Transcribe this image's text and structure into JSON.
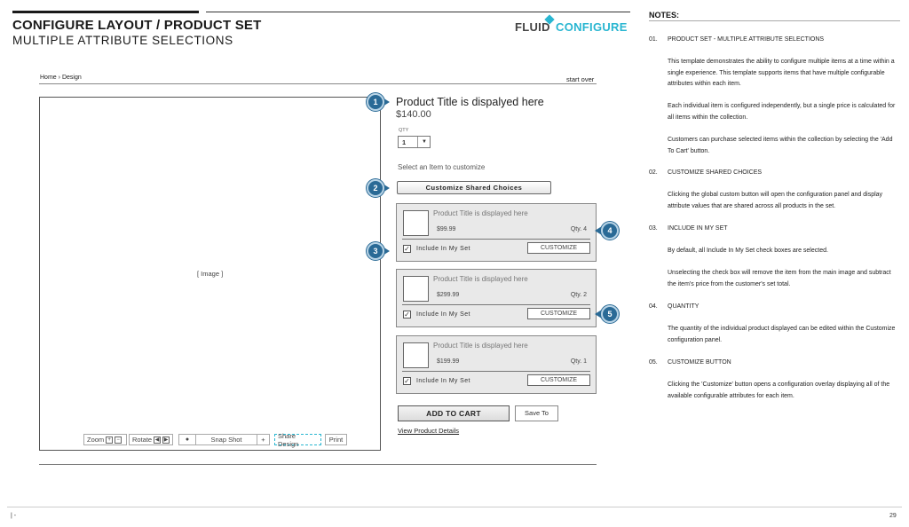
{
  "header": {
    "title": "CONFIGURE LAYOUT / PRODUCT SET",
    "subtitle": "MULTIPLE ATTRIBUTE SELECTIONS",
    "logo_part1": "FLUID",
    "logo_part2": "CONFIGURE"
  },
  "breadcrumb": {
    "home": "Home",
    "sep": "›",
    "current": "Design",
    "start_over": "start over"
  },
  "image_panel": {
    "placeholder": "[ Image ]",
    "toolbar": {
      "zoom": "Zoom",
      "zoom_in": "+",
      "zoom_out": "−",
      "rotate": "Rotate",
      "rotate_left": "◀",
      "rotate_right": "▶",
      "snapshot": "Snap Shot",
      "add": "+",
      "share": "Share Design",
      "print": "Print"
    }
  },
  "product": {
    "title": "Product Title is dispalyed here",
    "price": "$140.00",
    "qty_label": "QTY",
    "qty_value": "1",
    "select_hint": "Select an Item to customize",
    "customize_shared": "Customize Shared Choices"
  },
  "items": [
    {
      "title": "Product Title is displayed here",
      "price": "$99.99",
      "qty": "Qty. 4",
      "include_label": "Include In My Set",
      "checked": true,
      "customize": "CUSTOMIZE"
    },
    {
      "title": "Product Title is displayed here",
      "price": "$299.99",
      "qty": "Qty. 2",
      "include_label": "Include In My Set",
      "checked": true,
      "customize": "CUSTOMIZE"
    },
    {
      "title": "Product Title is displayed here",
      "price": "$199.99",
      "qty": "Qty. 1",
      "include_label": "Include In My Set",
      "checked": true,
      "customize": "CUSTOMIZE"
    }
  ],
  "actions": {
    "add_to_cart": "ADD TO CART",
    "save_to": "Save To",
    "view_details": "View Product Details"
  },
  "markers": [
    "1",
    "2",
    "3",
    "4",
    "5"
  ],
  "notes": {
    "heading": "NOTES:",
    "sections": [
      {
        "num": "01.",
        "title": "PRODUCT SET - MULTIPLE ATTRIBUTE SELECTIONS",
        "paras": [
          "This template demonstrates the ability to configure multiple items at a time within a single experience. This template supports items that have multiple configurable attributes within each item.",
          "Each individual item is configured independently, but a single price is calculated for all items within the collection.",
          "Customers can purchase selected items within the collection by selecting the 'Add To Cart' button."
        ]
      },
      {
        "num": "02.",
        "title": "CUSTOMIZE SHARED CHOICES",
        "paras": [
          "Clicking the global custom button will open the configuration panel and display attribute values that are shared across all products in the set."
        ]
      },
      {
        "num": "03.",
        "title": "INCLUDE IN MY SET",
        "paras": [
          "By default, all Include In My Set check boxes are selected.",
          "Unselecting the check box will remove the item from the main image and subtract the item's price from the customer's set total."
        ]
      },
      {
        "num": "04.",
        "title": "QUANTITY",
        "paras": [
          "The quantity of the individual product displayed can be edited within the Customize configuration panel."
        ]
      },
      {
        "num": "05.",
        "title": "CUSTOMIZE BUTTON",
        "paras": [
          "Clicking the 'Customize' button opens a configuration overlay displaying all of the available configurable attributes for each item."
        ]
      }
    ]
  },
  "footer": {
    "left": "|  -",
    "page": "29"
  },
  "colors": {
    "accent": "#29b6d1",
    "marker": "#2a6a96"
  }
}
